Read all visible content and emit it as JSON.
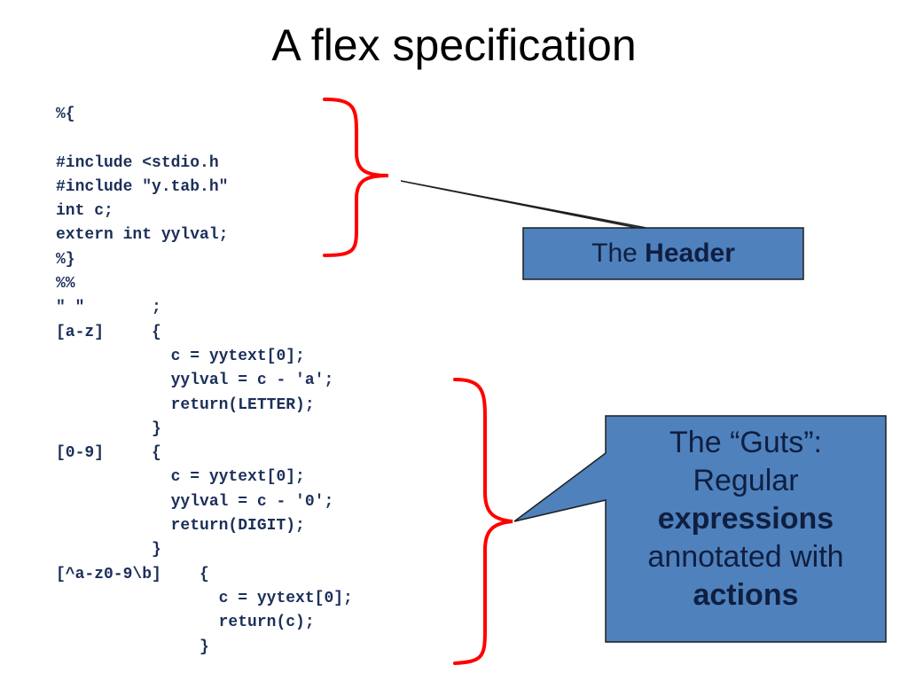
{
  "slide": {
    "title": "A flex specification"
  },
  "code": {
    "lines": [
      "%{",
      "",
      "#include <stdio.h",
      "#include \"y.tab.h\"",
      "int c;",
      "extern int yylval;",
      "%}",
      "%%",
      "\" \"       ;",
      "[a-z]     {",
      "            c = yytext[0];",
      "            yylval = c - 'a';",
      "            return(LETTER);",
      "          }",
      "[0-9]     {",
      "            c = yytext[0];",
      "            yylval = c - '0';",
      "            return(DIGIT);",
      "          }",
      "[^a-z0-9\\b]    {",
      "                 c = yytext[0];",
      "                 return(c);",
      "               }"
    ]
  },
  "callouts": {
    "header": {
      "prefix": "The ",
      "bold": "Header"
    },
    "guts": {
      "line1": "The “Guts”:",
      "line2": "Regular",
      "line3": "expressions",
      "line4": "annotated with",
      "line5": "actions"
    }
  },
  "colors": {
    "code_text": "#1c2f5a",
    "brace": "#ff0000",
    "callout_fill": "#4f81bd",
    "callout_border": "#1f1f1f"
  }
}
